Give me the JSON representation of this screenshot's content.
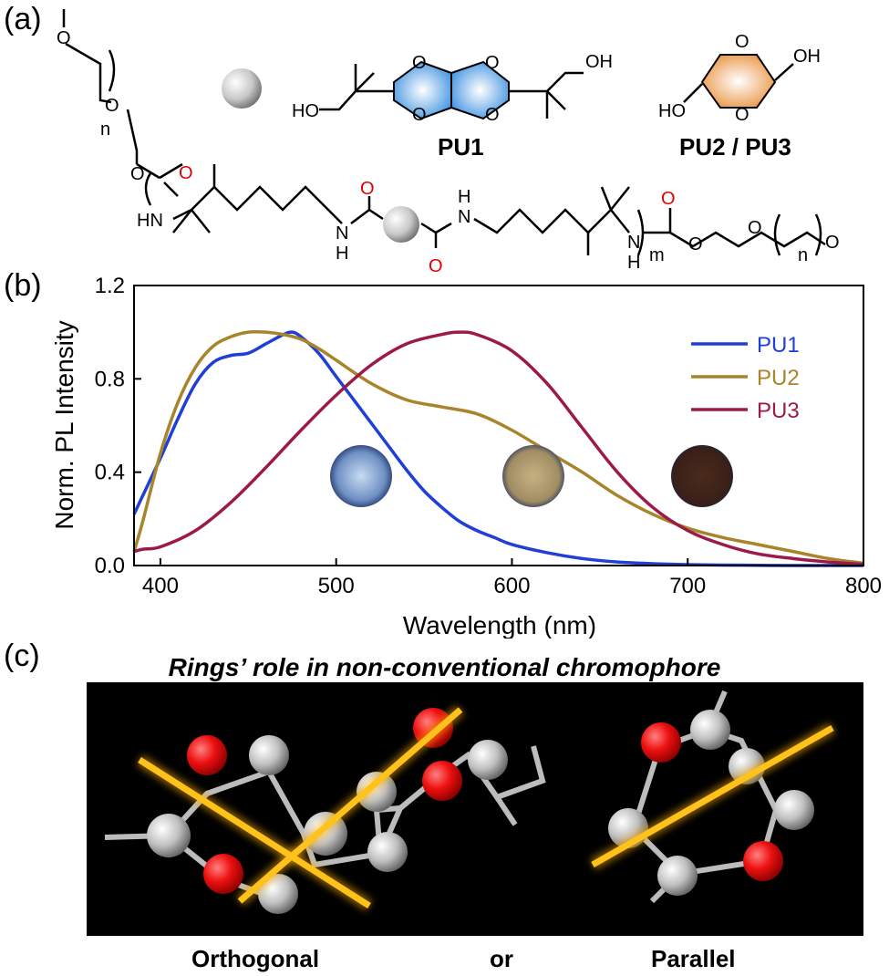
{
  "panels": {
    "a": {
      "label": "(a)",
      "molecules": [
        "PU1",
        "PU2 / PU3"
      ],
      "atoms": {
        "O": "O",
        "OH": "OH",
        "HO": "HO",
        "HN": "HN",
        "N": "N",
        "H": "H",
        "n": "n",
        "m": "m"
      }
    },
    "b": {
      "label": "(b)"
    },
    "c": {
      "label": "(c)",
      "title": "Rings’ role in non-conventional chromophore",
      "captions": [
        "Orthogonal",
        "or",
        "Parallel"
      ]
    }
  },
  "chart_data": {
    "type": "line",
    "xlabel": "Wavelength (nm)",
    "ylabel": "Norm. PL Intensity",
    "xlim": [
      385,
      800
    ],
    "ylim": [
      0,
      1.2
    ],
    "xticks": [
      "400",
      "500",
      "600",
      "700",
      "800"
    ],
    "yticks": [
      "0.0",
      "0.4",
      "0.8",
      "1.2"
    ],
    "legend_position": "top-right",
    "series": [
      {
        "name": "PU1",
        "color": "#1f3fd6",
        "x": [
          385,
          390,
          400,
          410,
          420,
          430,
          440,
          450,
          460,
          470,
          475,
          480,
          490,
          500,
          510,
          520,
          530,
          540,
          550,
          560,
          570,
          580,
          590,
          600,
          620,
          640,
          660,
          680,
          700,
          720,
          740,
          760,
          780,
          800
        ],
        "y": [
          0.22,
          0.3,
          0.46,
          0.63,
          0.78,
          0.87,
          0.9,
          0.91,
          0.95,
          0.99,
          1.0,
          0.98,
          0.91,
          0.81,
          0.71,
          0.61,
          0.51,
          0.41,
          0.32,
          0.25,
          0.19,
          0.15,
          0.12,
          0.09,
          0.055,
          0.03,
          0.015,
          0.008,
          0.004,
          0.002,
          0.001,
          0.0,
          0.0,
          0.0
        ]
      },
      {
        "name": "PU2",
        "color": "#a8842a",
        "x": [
          385,
          390,
          400,
          410,
          420,
          430,
          440,
          450,
          460,
          470,
          480,
          490,
          500,
          520,
          540,
          560,
          580,
          600,
          620,
          640,
          660,
          680,
          700,
          720,
          740,
          760,
          780,
          800
        ],
        "y": [
          0.06,
          0.19,
          0.48,
          0.7,
          0.85,
          0.94,
          0.98,
          1.0,
          1.0,
          0.99,
          0.97,
          0.93,
          0.88,
          0.78,
          0.71,
          0.68,
          0.65,
          0.58,
          0.49,
          0.4,
          0.3,
          0.22,
          0.16,
          0.12,
          0.09,
          0.06,
          0.03,
          0.01
        ]
      },
      {
        "name": "PU3",
        "color": "#9c1a4a",
        "x": [
          385,
          390,
          400,
          420,
          440,
          460,
          480,
          500,
          520,
          540,
          560,
          570,
          580,
          600,
          620,
          640,
          660,
          680,
          700,
          720,
          740,
          760,
          780,
          800
        ],
        "y": [
          0.06,
          0.07,
          0.08,
          0.15,
          0.27,
          0.42,
          0.58,
          0.73,
          0.86,
          0.95,
          0.99,
          1.0,
          0.99,
          0.92,
          0.78,
          0.59,
          0.4,
          0.25,
          0.15,
          0.09,
          0.05,
          0.03,
          0.015,
          0.005
        ]
      }
    ]
  }
}
